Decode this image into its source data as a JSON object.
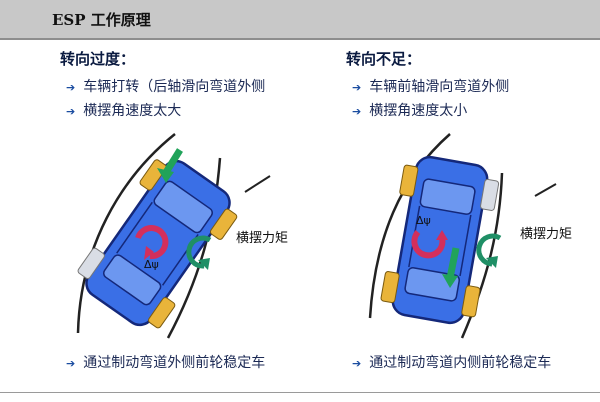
{
  "header": {
    "title": "ESP 工作原理"
  },
  "left": {
    "title": "转向过度：",
    "bullets": [
      "车辆打转（后轴滑向弯道外侧",
      "横摆角速度太大"
    ],
    "yaw_label": "横摆力矩",
    "delta_label": "Δψ",
    "footer": "通过制动弯道外侧前轮稳定车"
  },
  "right": {
    "title": "转向不足：",
    "bullets": [
      "车辆前轴滑向弯道外侧",
      "横摆角速度太小"
    ],
    "yaw_label": "横摆力矩",
    "delta_label": "Δψ",
    "footer": "通过制动弯道内侧前轮稳定车"
  },
  "icons": {
    "bullet": "right-arrow-icon",
    "brake": "green-arrow-icon",
    "yaw": "rotation-arrow-icon"
  },
  "colors": {
    "car_body": "#3a6fe6",
    "car_outline": "#14287a",
    "wheel": "#e9b43a",
    "arrow_green": "#21a35a",
    "rotation_red": "#d32f5c",
    "header_bg": "#c8c8c8"
  }
}
